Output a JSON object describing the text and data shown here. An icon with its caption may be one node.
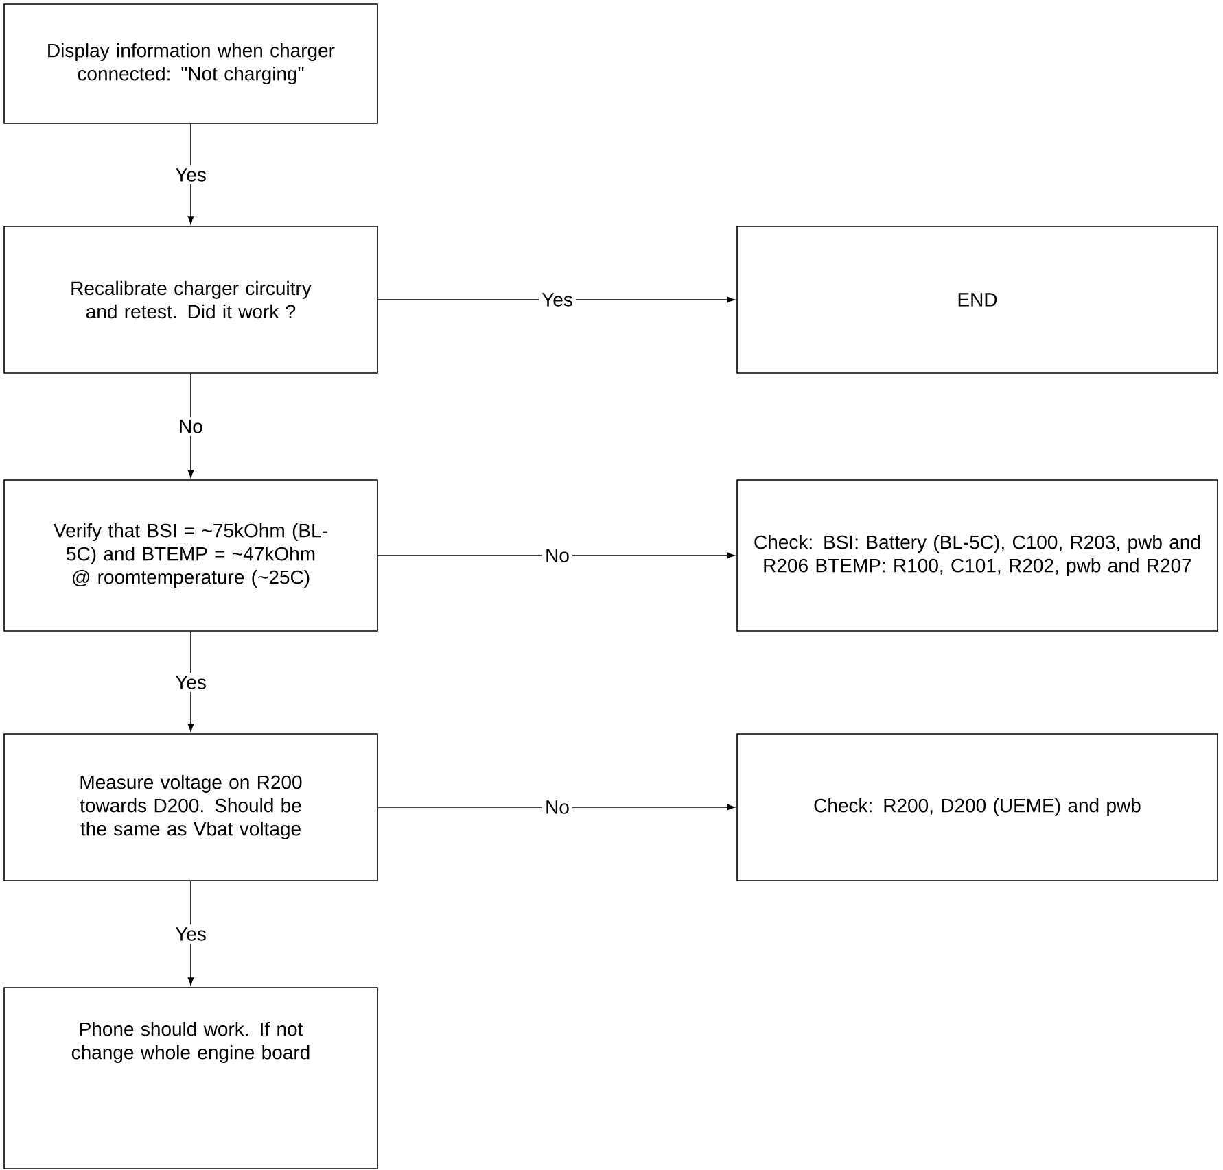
{
  "diagram": {
    "nodes": [
      {
        "text": [
          "Display information when charger connected: \"Not charging\""
        ]
      },
      {
        "text": [
          "Recalibrate charger circuitry and retest. Did it work ?"
        ]
      },
      {
        "text": [
          "END"
        ]
      },
      {
        "text": [
          "Verify that BSI = ~75kOhm (BL-5C) and BTEMP = ~47kOhm @ roomtemperature (~25C)"
        ]
      },
      {
        "text": [
          "Check: BSI: Battery (BL-5C), C100, R203, pwb and R206 BTEMP: R100, C101, R202, pwb and R207"
        ]
      },
      {
        "text": [
          "Measure voltage on R200 towards D200. Should be the same as Vbat voltage"
        ]
      },
      {
        "text": [
          "Check: R200, D200 (UEME) and pwb"
        ]
      },
      {
        "text": [
          "Phone should work. If not change whole engine board"
        ]
      }
    ],
    "edges": [
      {
        "from": 0,
        "to": 1,
        "arrow": "to",
        "label": "Yes"
      },
      {
        "from": 1,
        "to": 2,
        "arrow": "to",
        "label": "Yes"
      },
      {
        "from": 1,
        "to": 3,
        "arrow": "to",
        "label": "No"
      },
      {
        "from": 3,
        "to": 4,
        "arrow": "to",
        "label": "No"
      },
      {
        "from": 3,
        "to": 5,
        "arrow": "to",
        "label": "Yes"
      },
      {
        "from": 5,
        "to": 6,
        "arrow": "to",
        "label": "No"
      },
      {
        "from": 5,
        "to": 7,
        "arrow": "to",
        "label": "Yes"
      }
    ]
  }
}
